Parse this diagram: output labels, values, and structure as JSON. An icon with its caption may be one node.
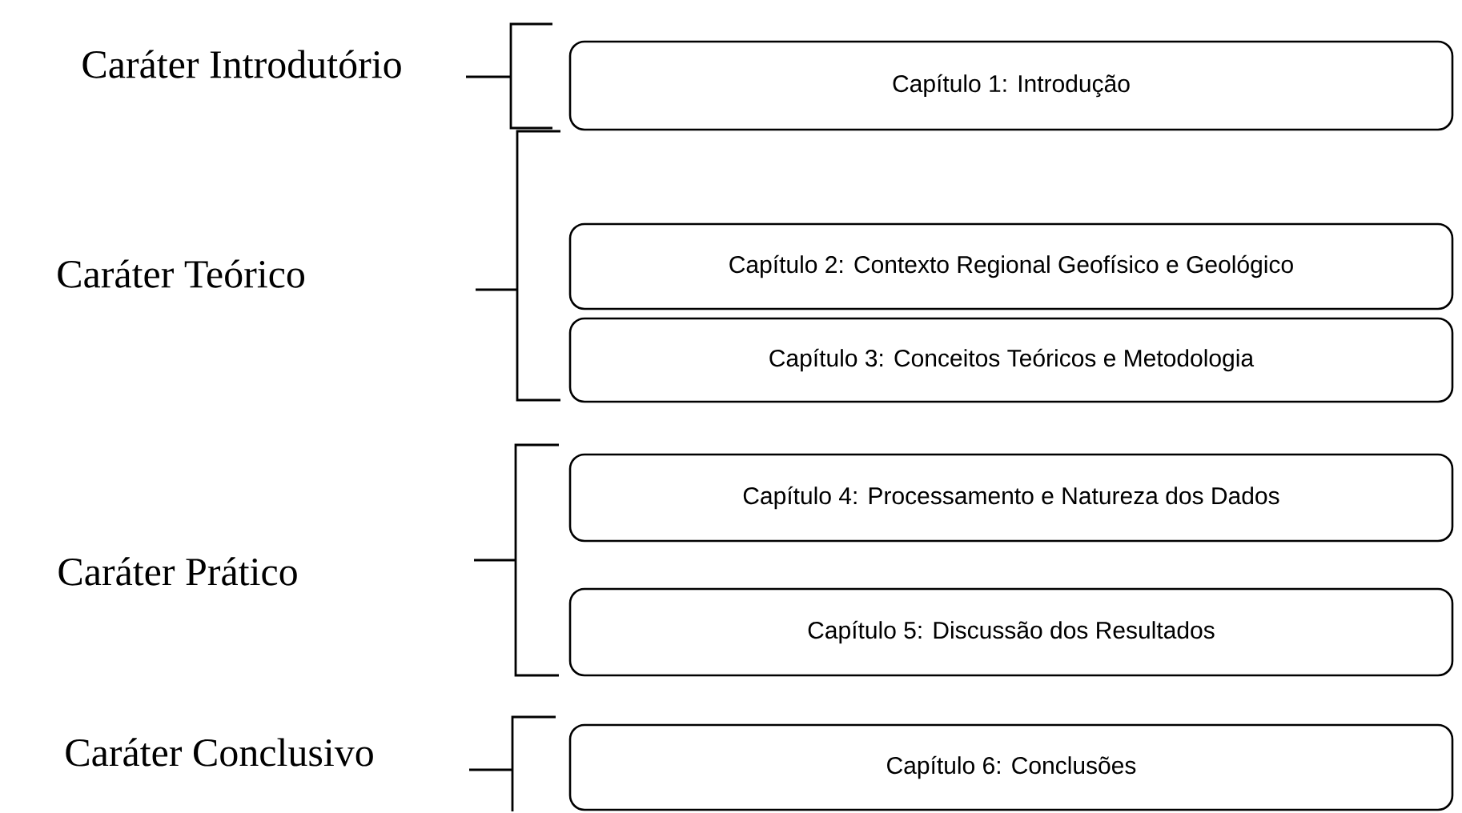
{
  "diagram": {
    "nodes": [
      {
        "text": [
          "Caráter Introdutório"
        ]
      },
      {
        "text": [
          "Capítulo 1: Introdução"
        ]
      },
      {
        "text": [
          "Caráter Teórico"
        ]
      },
      {
        "text": [
          "Capítulo 2: Contexto Regional Geofísico e Geológico"
        ]
      },
      {
        "text": [
          "Capítulo 3: Conceitos Teóricos e Metodologia"
        ]
      },
      {
        "text": [
          "Caráter Prático"
        ]
      },
      {
        "text": [
          "Capítulo 4: Processamento e Natureza dos Dados"
        ]
      },
      {
        "text": [
          "Capítulo 5: Discussão dos Resultados"
        ]
      },
      {
        "text": [
          "Caráter Conclusivo"
        ]
      },
      {
        "text": [
          "Capítulo 6: Conclusões"
        ]
      }
    ]
  }
}
